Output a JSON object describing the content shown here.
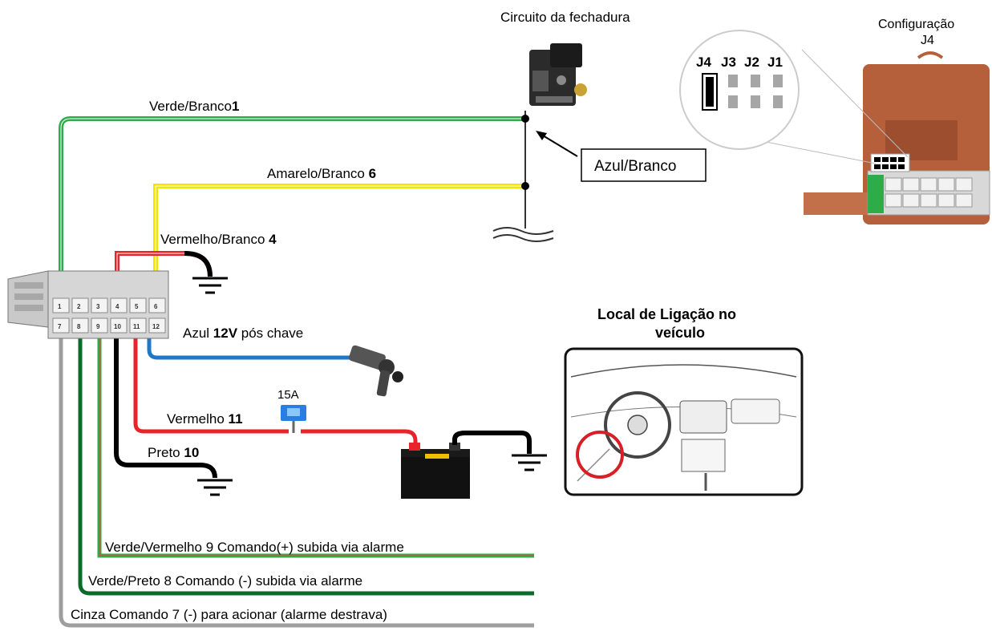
{
  "lock_circuit": {
    "title": "Circuito da fechadura"
  },
  "j4_config": {
    "title_line1": "Configuração",
    "title_line2": "J4",
    "jumpers": [
      "J4",
      "J3",
      "J2",
      "J1"
    ]
  },
  "wires": {
    "green_white": {
      "text": "Verde/Branco",
      "num": "1"
    },
    "yellow_white": {
      "text": "Amarelo/Branco ",
      "num": "6"
    },
    "red_white": {
      "text": "Vermelho/Branco ",
      "num": "4"
    },
    "blue_white": {
      "text": "Azul/Branco"
    },
    "blue": {
      "pre": "Azul ",
      "volt": "12V",
      "post": " pós chave"
    },
    "fuse": {
      "text": "15A"
    },
    "red": {
      "text": "Vermelho ",
      "num": "11"
    },
    "black": {
      "text": "Preto ",
      "num": "10"
    },
    "green_red": {
      "text": "Verde/Vermelho 9 Comando(+) subida via alarme"
    },
    "green_black": {
      "text": "Verde/Preto 8 Comando (-) subida via alarme"
    },
    "gray": {
      "text": "Cinza Comando 7 (-) para acionar (alarme destrava)"
    }
  },
  "vehicle_location": {
    "title_line1": "Local de Ligação no",
    "title_line2": "veículo"
  },
  "connector": {
    "pins_top": [
      "1",
      "2",
      "3",
      "4",
      "5",
      "6"
    ],
    "pins_bottom": [
      "7",
      "8",
      "9",
      "10",
      "11",
      "12"
    ]
  },
  "colors": {
    "green": "#2eac4a",
    "dark_green": "#0b6b2b",
    "yellow": "#f2e400",
    "red": "#e8232a",
    "blue": "#1f77c9",
    "gray": "#9e9e9e",
    "brown": "#b5603a"
  }
}
